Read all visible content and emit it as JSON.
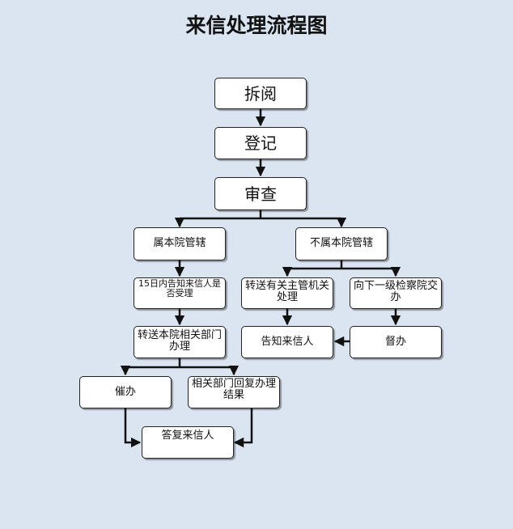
{
  "title": "来信处理流程图",
  "nodes": {
    "open": "拆阅",
    "register": "登记",
    "review": "审查",
    "jurisdiction_yes": "属本院管辖",
    "jurisdiction_no": "不属本院管辖",
    "notify_15_days": "15日内告知来信人是否受理",
    "forward_internal": "转送本院相关部门办理",
    "forward_external": "转送有关主管机关处理",
    "lower_procuratorate": "向下一级检察院交办",
    "notify_sender": "告知来信人",
    "supervise": "督办",
    "urge": "催办",
    "dept_reply": "相关部门回复办理结果",
    "reply_sender": "答复来信人"
  }
}
